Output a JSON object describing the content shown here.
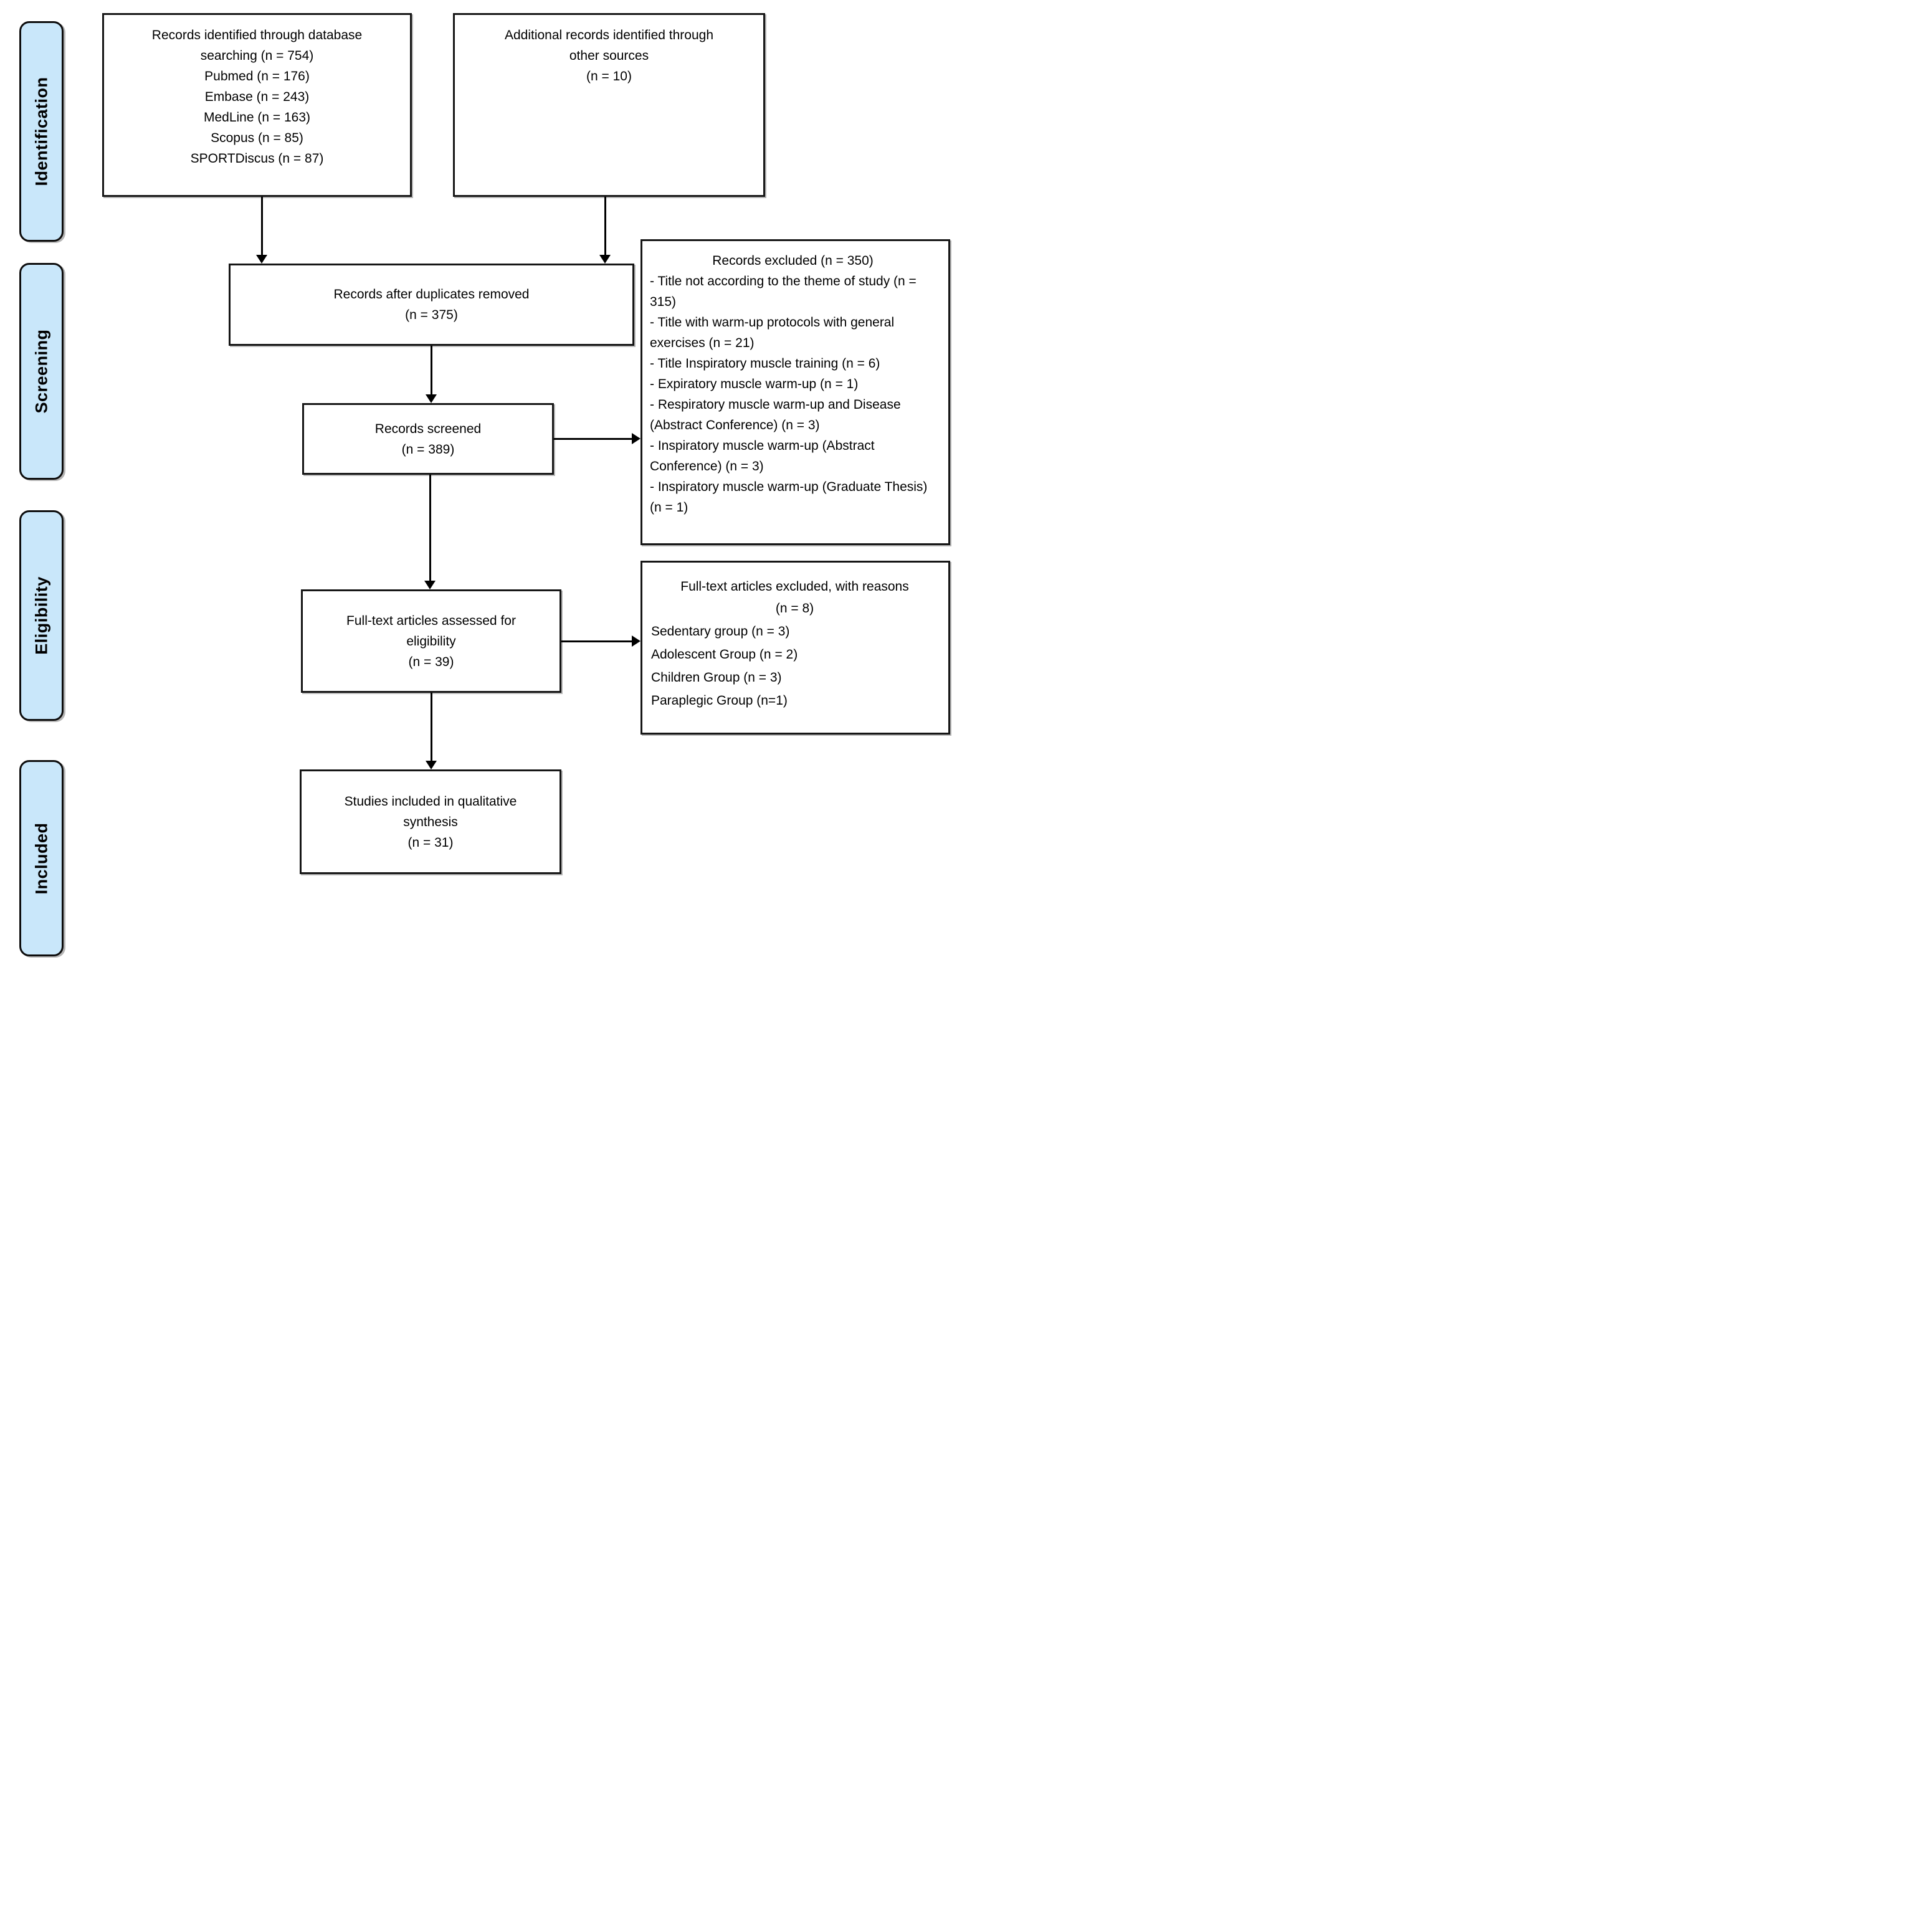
{
  "palette": {
    "sidebar_fill": "#c9e7fa",
    "box_fill": "#ffffff",
    "border": "#000000",
    "text": "#000000"
  },
  "sidebar": {
    "items": [
      {
        "label": "Identification"
      },
      {
        "label": "Screening"
      },
      {
        "label": "Eligibility"
      },
      {
        "label": "Included"
      }
    ]
  },
  "flow": {
    "identified": {
      "lines": [
        "Records identified through database",
        "searching (n = 754)",
        "Pubmed (n = 176)",
        "Embase (n = 243)",
        "MedLine (n = 163)",
        "Scopus (n = 85)",
        "SPORTDiscus (n = 87)"
      ]
    },
    "additional": {
      "lines": [
        "Additional records identified through",
        "other sources",
        "(n = 10)"
      ]
    },
    "duplicates_removed": {
      "lines": [
        "Records after duplicates removed",
        "(n = 375)"
      ]
    },
    "screened": {
      "lines": [
        "Records screened",
        "(n = 389)"
      ]
    },
    "records_excluded": {
      "title": "Records excluded (n = 350)",
      "items": [
        "- Title not according to the theme of study (n = 315)",
        "- Title with warm-up protocols with general exercises (n = 21)",
        "- Title Inspiratory muscle training (n = 6)",
        "- Expiratory muscle warm-up (n = 1)",
        "- Respiratory muscle warm-up and Disease (Abstract Conference) (n = 3)",
        "- Inspiratory muscle warm-up (Abstract Conference) (n = 3)",
        "- Inspiratory muscle warm-up (Graduate Thesis) (n = 1)"
      ]
    },
    "fulltext_assessed": {
      "lines": [
        "Full-text articles assessed for",
        "eligibility",
        "(n = 39)"
      ]
    },
    "fulltext_excluded": {
      "title": "Full-text articles excluded, with reasons",
      "subtitle": "(n = 8)",
      "items": [
        "Sedentary group (n = 3)",
        "Adolescent Group (n = 2)",
        "Children Group (n = 3)",
        "Paraplegic Group (n=1)"
      ]
    },
    "qualitative_synthesis": {
      "lines": [
        "Studies included in qualitative",
        "synthesis",
        "(n = 31)"
      ]
    }
  }
}
